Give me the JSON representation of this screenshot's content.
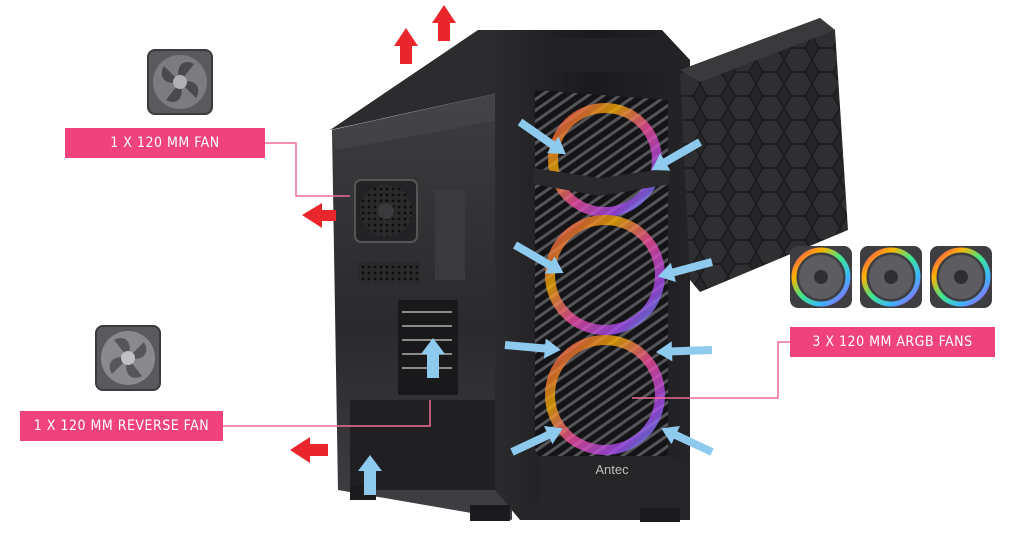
{
  "labels": {
    "top_fan": "1 X 120 MM FAN",
    "reverse_fan": "1 X 120 MM REVERSE FAN",
    "argb_fans": "3 X 120 MM ARGB FANS"
  },
  "brand": {
    "logo_text": "Antec"
  },
  "colors": {
    "label_bg": "#f0437e",
    "leader_line": "#f06b95",
    "exhaust_arrow": "#e8262b",
    "intake_arrow": "#8ec9ee",
    "case_body": "#1b1b1d",
    "glass_panel": "#3a3a3d",
    "argb_ring": [
      "#ff3d6e",
      "#ffb300",
      "#3ee68c",
      "#3db5ff",
      "#b04dff"
    ]
  },
  "icons": [
    "fan-icon",
    "argb-fan-icon",
    "exhaust-arrow-icon",
    "intake-arrow-icon"
  ]
}
